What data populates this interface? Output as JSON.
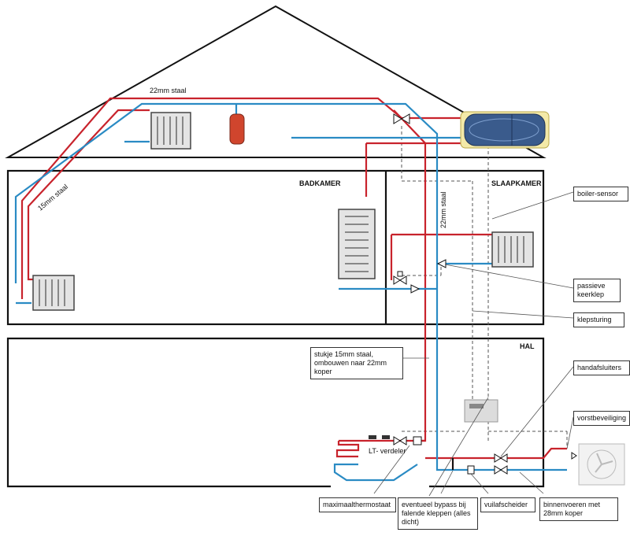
{
  "rooms": {
    "badkamer": "BADKAMER",
    "slaapkamer": "SLAAPKAMER",
    "hal": "HAL"
  },
  "pipe_labels": {
    "top": "22mm staal",
    "left": "15mm staal",
    "riser": "22mm staal",
    "lt_verdeler": "LT- verdeler"
  },
  "callouts": {
    "boiler_sensor": "boiler-sensor",
    "passieve_keerklep": "passieve\nkeerklep",
    "klepsturing": "klepsturing",
    "stukje": "stukje 15mm staal,\nombouwen naar 22mm\nkoper",
    "handafsluiters": "handafsluiters",
    "vorstbeveiliging": "vorstbeveiliging",
    "maximaalthermostaat": "maximaalthermostaat",
    "bypass": "eventueel bypass bij\nfalende kleppen (alles\ndicht)",
    "vuilafscheider": "vuilafscheider",
    "binnenvoeren": "binnenvoeren met\n28mm koper"
  },
  "colors": {
    "supply": "#c8232c",
    "return": "#2a8bc4",
    "control": "#555555",
    "outline": "#111111"
  },
  "icons": [
    "radiator-icon",
    "expansion-vessel-icon",
    "boiler-tank-icon",
    "three-way-valve-icon",
    "check-valve-icon",
    "controller-icon",
    "pump-icon",
    "heat-pump-icon"
  ]
}
